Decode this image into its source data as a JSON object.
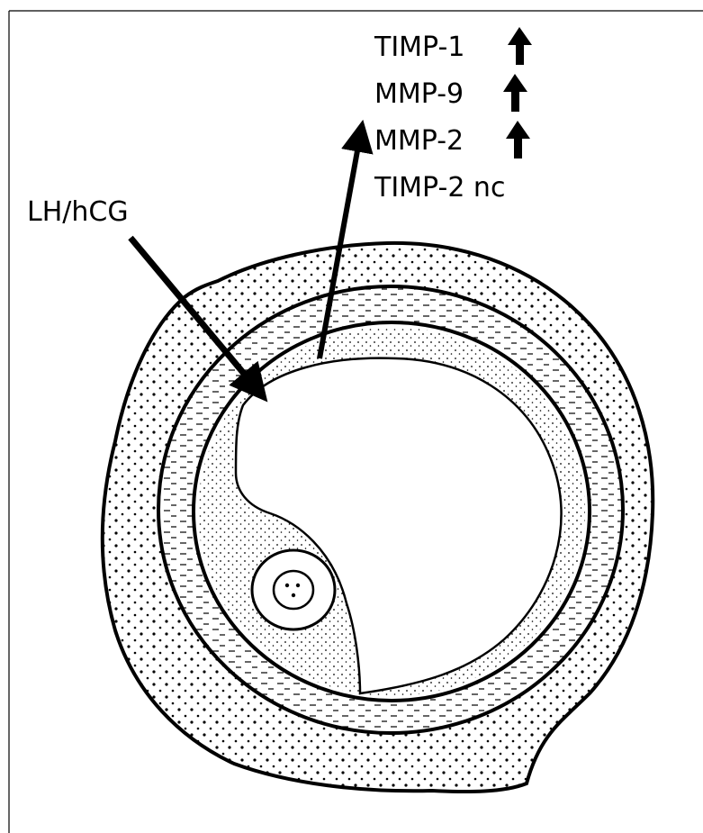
{
  "labels": {
    "stimulus": "LH/hCG",
    "markers": [
      {
        "name": "TIMP-1",
        "change": "up"
      },
      {
        "name": "MMP-9",
        "change": "up"
      },
      {
        "name": "MMP-2",
        "change": "up"
      },
      {
        "name": "TIMP-2 nc",
        "change": "none"
      }
    ]
  },
  "colors": {
    "ink": "#000000",
    "background": "#ffffff"
  }
}
